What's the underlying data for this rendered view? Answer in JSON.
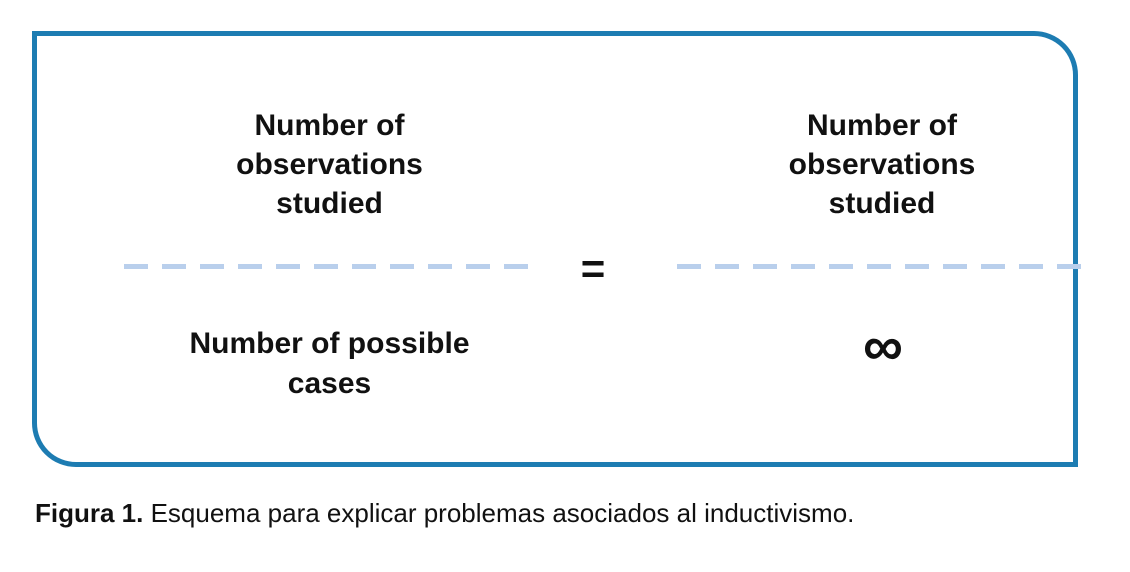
{
  "figure": {
    "equation": {
      "left": {
        "numerator_lines": [
          "Number of",
          "observations",
          "studied"
        ],
        "denominator_lines": [
          "Number of possible",
          "cases"
        ]
      },
      "equals_sign": "=",
      "right": {
        "numerator_lines": [
          "Number of",
          "observations",
          "studied"
        ],
        "denominator_symbol": "∞"
      }
    },
    "caption": {
      "label": "Figura 1.",
      "text": " Esquema para explicar problemas asociados al inductivismo."
    },
    "colors": {
      "box_border": "#1d7cb2",
      "fraction_bar": "#b9cfec",
      "text": "#111111"
    }
  }
}
